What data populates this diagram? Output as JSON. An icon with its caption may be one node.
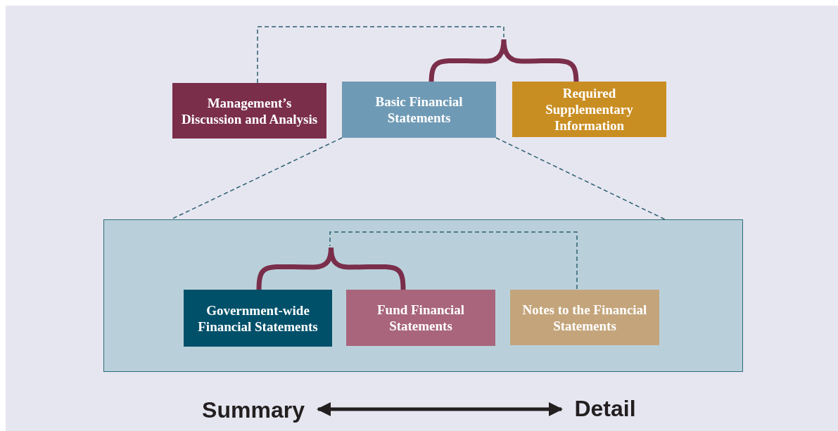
{
  "diagram": {
    "nodes": [
      {
        "text": [],
        "shape": "brace"
      },
      {
        "text": [
          "Management’s Discussion and Analysis"
        ]
      },
      {
        "text": [
          "Basic Financial Statements"
        ]
      },
      {
        "text": [
          "Required Supplementary Information"
        ]
      },
      {
        "text": [],
        "shape": "box"
      },
      {
        "text": [],
        "shape": "brace",
        "in": 4
      },
      {
        "text": [
          "Government-wide Financial Statements"
        ],
        "in": 4
      },
      {
        "text": [
          "Fund Financial Statements"
        ],
        "in": 4
      },
      {
        "text": [
          "Notes to the Financial Statements"
        ],
        "in": 4
      },
      {
        "text": [
          "Summary"
        ]
      },
      {
        "text": [
          "Detail"
        ]
      }
    ],
    "edges": [
      {
        "from": 1,
        "to": 0,
        "arrow": "none",
        "style": "dashed"
      },
      {
        "from": 2,
        "to": 4,
        "arrow": "none",
        "style": "dashed"
      },
      {
        "from": 2,
        "to": 4,
        "arrow": "none",
        "style": "dashed"
      },
      {
        "from": 8,
        "to": 5,
        "arrow": "none",
        "style": "dashed"
      },
      {
        "from": 9,
        "to": 10,
        "arrow": "both",
        "style": "thick",
        "color": "#231f20"
      }
    ]
  }
}
